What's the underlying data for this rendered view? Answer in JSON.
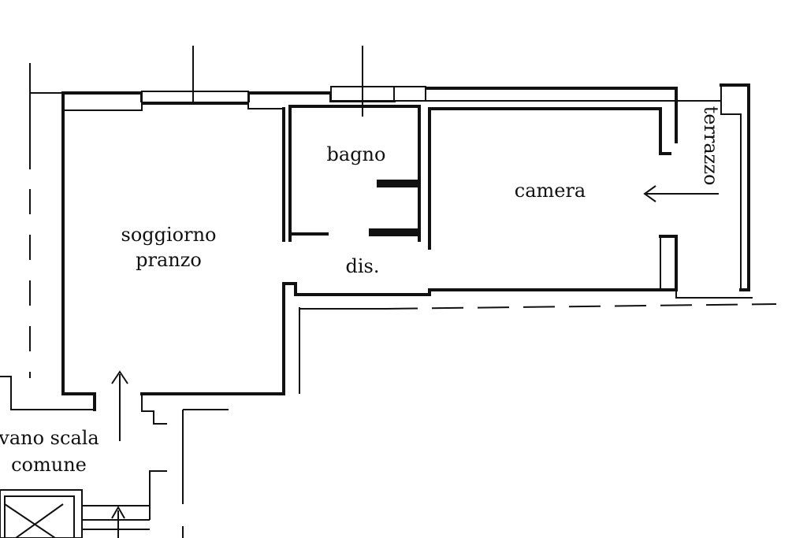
{
  "rooms": {
    "soggiorno_line1": "soggiorno",
    "soggiorno_line2": "pranzo",
    "bagno": "bagno",
    "camera": "camera",
    "dis": "dis.",
    "terrazzo": "terrazzo",
    "vano_scala_line1": "vano scala",
    "vano_scala_line2": "comune"
  }
}
